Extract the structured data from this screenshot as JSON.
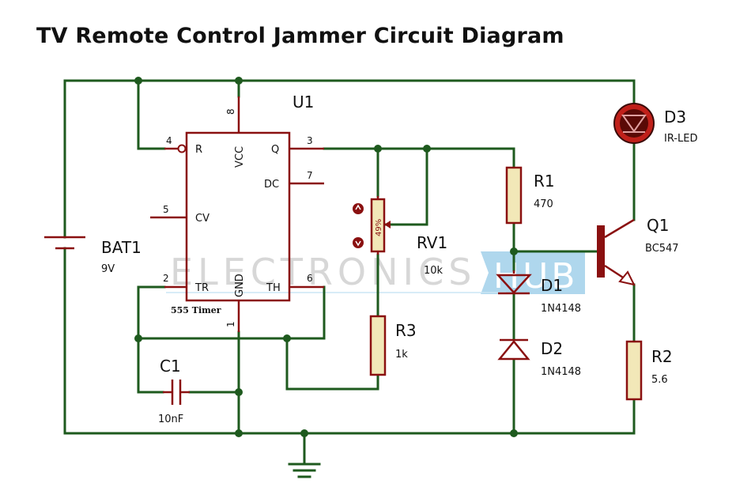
{
  "title": "TV Remote Control Jammer Circuit Diagram",
  "watermark": {
    "left": "ELECTRONICS",
    "right": "HUB"
  },
  "colors": {
    "wire": "#1e5a1e",
    "component": "#8a1010",
    "body": "#f2e8b8",
    "text": "#111111",
    "watermark": "#6fb8e0"
  },
  "ic": {
    "ref": "U1",
    "part": "555 Timer",
    "pins": {
      "reset": {
        "num": "4",
        "name": "R"
      },
      "vcc": {
        "num": "8",
        "name": "VCC"
      },
      "q": {
        "num": "3",
        "name": "Q"
      },
      "dc": {
        "num": "7",
        "name": "DC"
      },
      "cv": {
        "num": "5",
        "name": "CV"
      },
      "tr": {
        "num": "2",
        "name": "TR"
      },
      "gnd": {
        "num": "1",
        "name": "GND"
      },
      "th": {
        "num": "6",
        "name": "TH"
      }
    }
  },
  "components": {
    "bat1": {
      "ref": "BAT1",
      "value": "9V"
    },
    "c1": {
      "ref": "C1",
      "value": "10nF"
    },
    "rv1": {
      "ref": "RV1",
      "value": "10k",
      "setting": "49%"
    },
    "r3": {
      "ref": "R3",
      "value": "1k"
    },
    "r1": {
      "ref": "R1",
      "value": "470"
    },
    "d1": {
      "ref": "D1",
      "value": "1N4148"
    },
    "d2": {
      "ref": "D2",
      "value": "1N4148"
    },
    "d3": {
      "ref": "D3",
      "value": "IR-LED"
    },
    "q1": {
      "ref": "Q1",
      "value": "BC547"
    },
    "r2": {
      "ref": "R2",
      "value": "5.6"
    }
  }
}
